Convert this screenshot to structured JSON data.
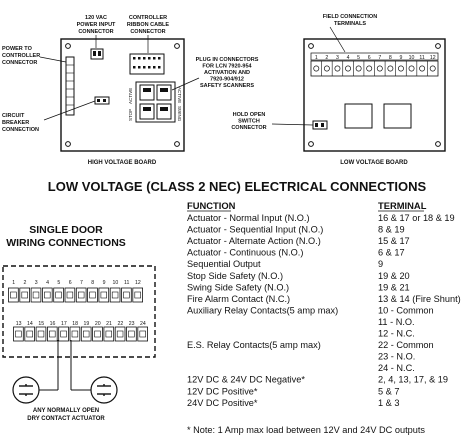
{
  "hv": {
    "labels": {
      "vac": "120 VAC",
      "power_input": "POWER INPUT",
      "power_input2": "CONNECTOR",
      "ctrl": "CONTROLLER",
      "ribbon": "RIBBON CABLE",
      "ribbon2": "CONNECTOR",
      "power_to": "POWER TO",
      "controller": "CONTROLLER",
      "connector": "CONNECTOR",
      "circuit": "CIRCUIT",
      "breaker": "BREAKER",
      "connection": "CONNECTION",
      "plug1": "PLUG IN CONNECTORS",
      "plug2": "FOR LCN 7920-954",
      "plug3": "ACTIVATION AND",
      "plug4": "7920-904/912",
      "plug5": "SAFETY SCANNERS",
      "active": "ACTIVE",
      "stop": "STOP",
      "active2": "ACTIVE",
      "swing": "SWING",
      "title": "HIGH VOLTAGE BOARD"
    }
  },
  "lv": {
    "labels": {
      "field": "FIELD CONNECTION",
      "terminals": "TERMINALS",
      "hold": "HOLD OPEN",
      "switch": "SWITCH",
      "hold_conn": "CONNECTOR",
      "title": "LOW VOLTAGE BOARD"
    },
    "terminals_top": [
      "1",
      "2",
      "3",
      "4",
      "5",
      "6",
      "7",
      "8",
      "9",
      "10",
      "11",
      "12"
    ]
  },
  "main_title": "LOW VOLTAGE (CLASS 2 NEC) ELECTRICAL CONNECTIONS",
  "single_door": {
    "line1": "SINGLE DOOR",
    "line2": "WIRING CONNECTIONS",
    "top_terms": [
      "1",
      "2",
      "3",
      "4",
      "5",
      "6",
      "7",
      "8",
      "9",
      "10",
      "11",
      "12"
    ],
    "bottom_terms": [
      "13",
      "14",
      "15",
      "16",
      "17",
      "18",
      "19",
      "20",
      "21",
      "22",
      "23",
      "24"
    ],
    "actuator1": "ANY NORMALLY OPEN",
    "actuator2": "DRY CONTACT ACTUATOR"
  },
  "table": {
    "function_header": "FUNCTION",
    "terminal_header": "TERMINAL",
    "rows": [
      {
        "f": "Actuator - Normal Input (N.O.)",
        "t": "16 & 17 or 18 & 19"
      },
      {
        "f": "Actuator - Sequential Input (N.O.)",
        "t": "8 & 19"
      },
      {
        "f": "Actuator - Alternate Action (N.O.)",
        "t": "15 & 17"
      },
      {
        "f": "Actuator - Continuous (N.O.)",
        "t": "6 & 17"
      },
      {
        "f": "Sequential Output",
        "t": "9"
      },
      {
        "f": "Stop Side Safety (N.O.)",
        "t": "19 & 20"
      },
      {
        "f": "Swing Side Safety (N.O.)",
        "t": "19 & 21"
      },
      {
        "f": "Fire Alarm Contact (N.C.)",
        "t": "13 & 14 (Fire Shunt)"
      },
      {
        "f": "Auxiliary Relay Contacts(5 amp max)",
        "t": "10 - Common"
      },
      {
        "f": "",
        "t": "11 - N.O."
      },
      {
        "f": "",
        "t": "12 - N.C."
      },
      {
        "f": "E.S. Relay Contacts(5 amp max)",
        "t": "22 - Common"
      },
      {
        "f": "",
        "t": "23 - N.O."
      },
      {
        "f": "",
        "t": "24 - N.C."
      },
      {
        "f": "12V DC & 24V DC Negative*",
        "t": "2, 4, 13, 17, & 19"
      },
      {
        "f": "12V DC Positive*",
        "t": "5 & 7"
      },
      {
        "f": "24V DC Positive*",
        "t": "1 & 3"
      }
    ],
    "note": "* Note: 1 Amp max load between 12V and 24V DC outputs"
  }
}
